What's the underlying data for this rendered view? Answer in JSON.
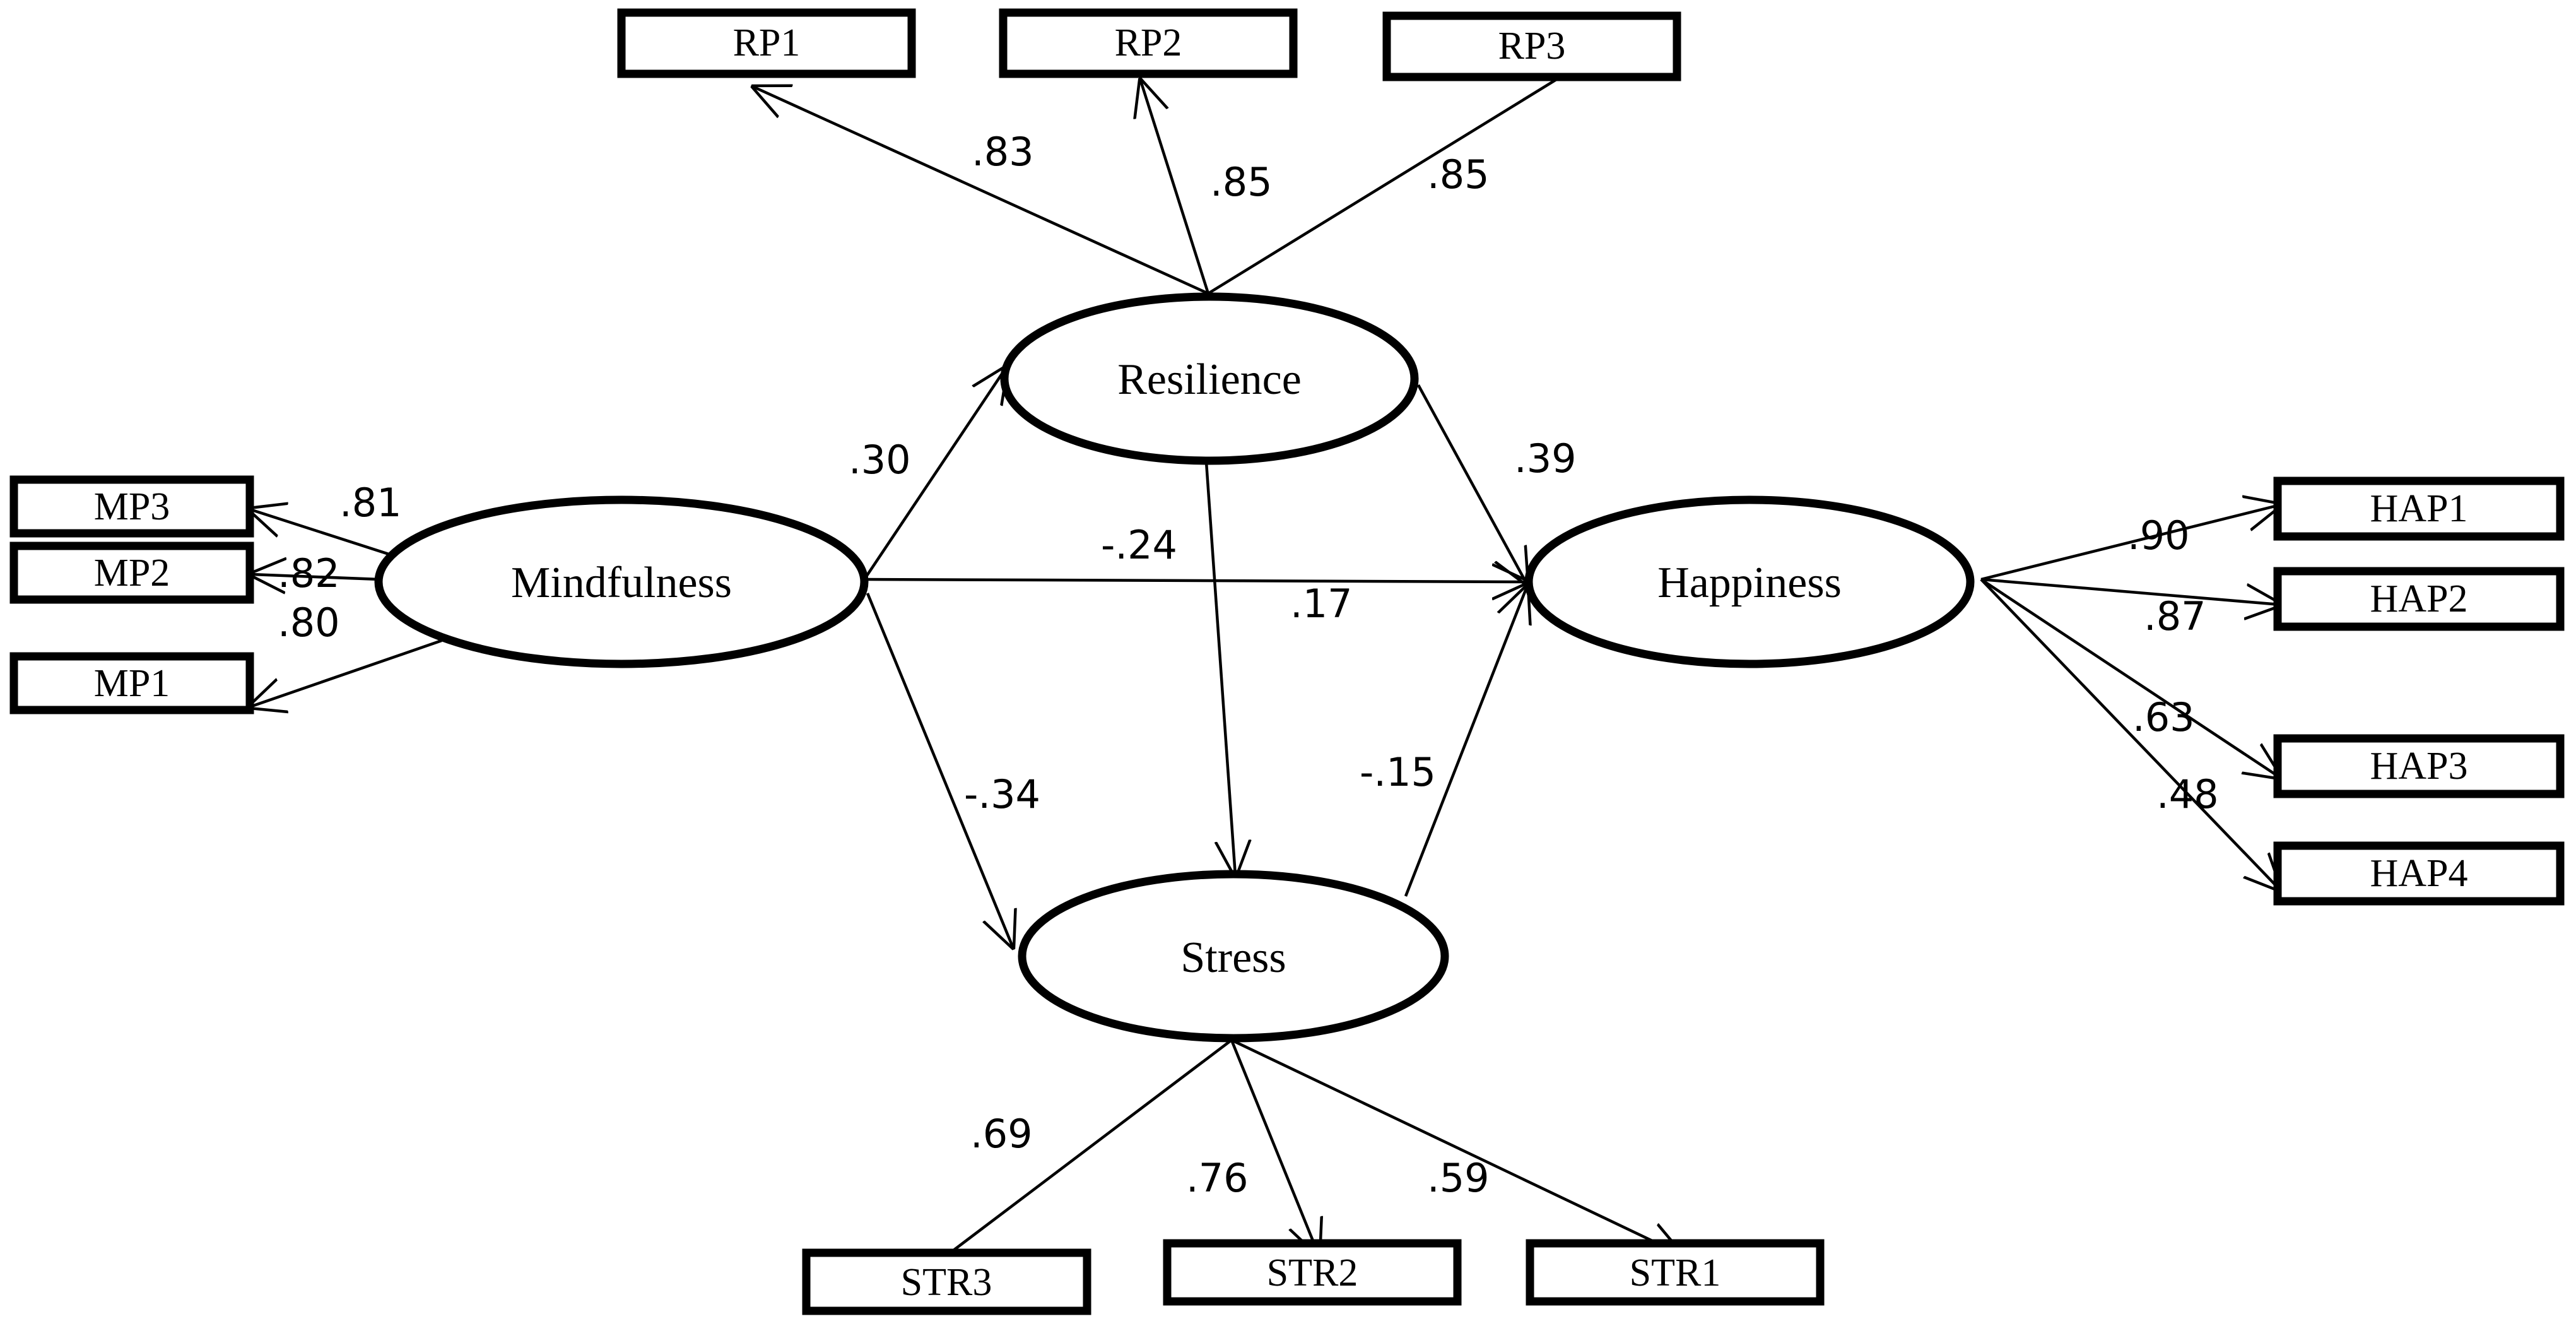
{
  "latent": {
    "mindfulness": "Mindfulness",
    "resilience": "Resilience",
    "stress": "Stress",
    "happiness": "Happiness"
  },
  "indicators": {
    "rp1": "RP1",
    "rp2": "RP2",
    "rp3": "RP3",
    "mp1": "MP1",
    "mp2": "MP2",
    "mp3": "MP3",
    "hap1": "HAP1",
    "hap2": "HAP2",
    "hap3": "HAP3",
    "hap4": "HAP4",
    "str1": "STR1",
    "str2": "STR2",
    "str3": "STR3"
  },
  "loadings": {
    "rp1": ".83",
    "rp2": ".85",
    "rp3": ".85",
    "mp3": ".81",
    "mp2": ".82",
    "mp1": ".80",
    "hap1": ".90",
    "hap2": ".87",
    "hap3": ".63",
    "hap4": ".48",
    "str3": ".69",
    "str2": ".76",
    "str1": ".59"
  },
  "paths": {
    "mindfulness_resilience": ".30",
    "mindfulness_happiness": ".17",
    "mindfulness_stress": "-.34",
    "resilience_stress": "-.24",
    "resilience_happiness": ".39",
    "stress_happiness": "-.15"
  }
}
